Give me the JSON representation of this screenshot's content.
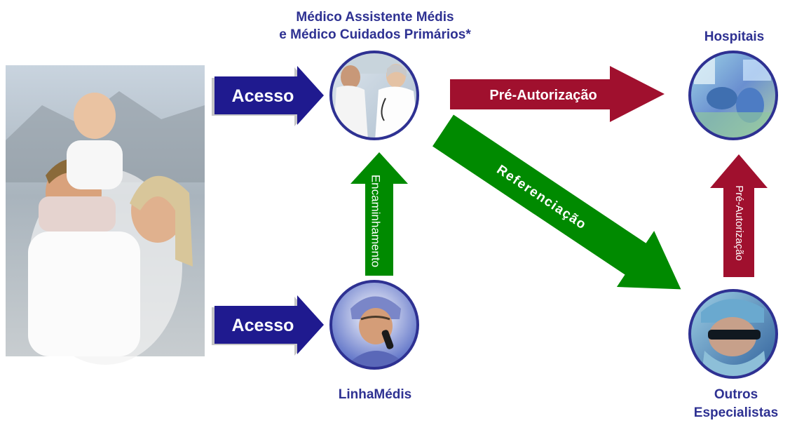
{
  "nodes": {
    "medico": {
      "label_line1": "Médico Assistente Médis",
      "label_line2": "e Médico Cuidados Primários*"
    },
    "hospitais": {
      "label": "Hospitais"
    },
    "linha": {
      "label": "LinhaMédis"
    },
    "especialistas": {
      "label_line1": "Outros",
      "label_line2": "Especialistas"
    }
  },
  "arrows": {
    "acesso_top": {
      "label": "Acesso"
    },
    "acesso_bottom": {
      "label": "Acesso"
    },
    "pre_autorizacao_top": {
      "label": "Pré-Autorização"
    },
    "pre_autorizacao_right": {
      "label": "Pré-Autorização"
    },
    "encaminhamento": {
      "label": "Encaminhamento"
    },
    "referenciacao": {
      "label": "Referenciação"
    }
  },
  "colors": {
    "node_title": "#2e3192",
    "access_arrow": "#1f1a8f",
    "authorization_arrow": "#a0102e",
    "referral_arrow": "#008a00",
    "circle_border": "#2e3192"
  },
  "icons": {
    "family_photo": "family-photo-icon",
    "doctor_photo": "doctor-consultation-photo-icon",
    "hospital_photo": "hospital-surgery-photo-icon",
    "linha_photo": "nurse-phone-photo-icon",
    "specialist_photo": "surgeon-photo-icon"
  }
}
